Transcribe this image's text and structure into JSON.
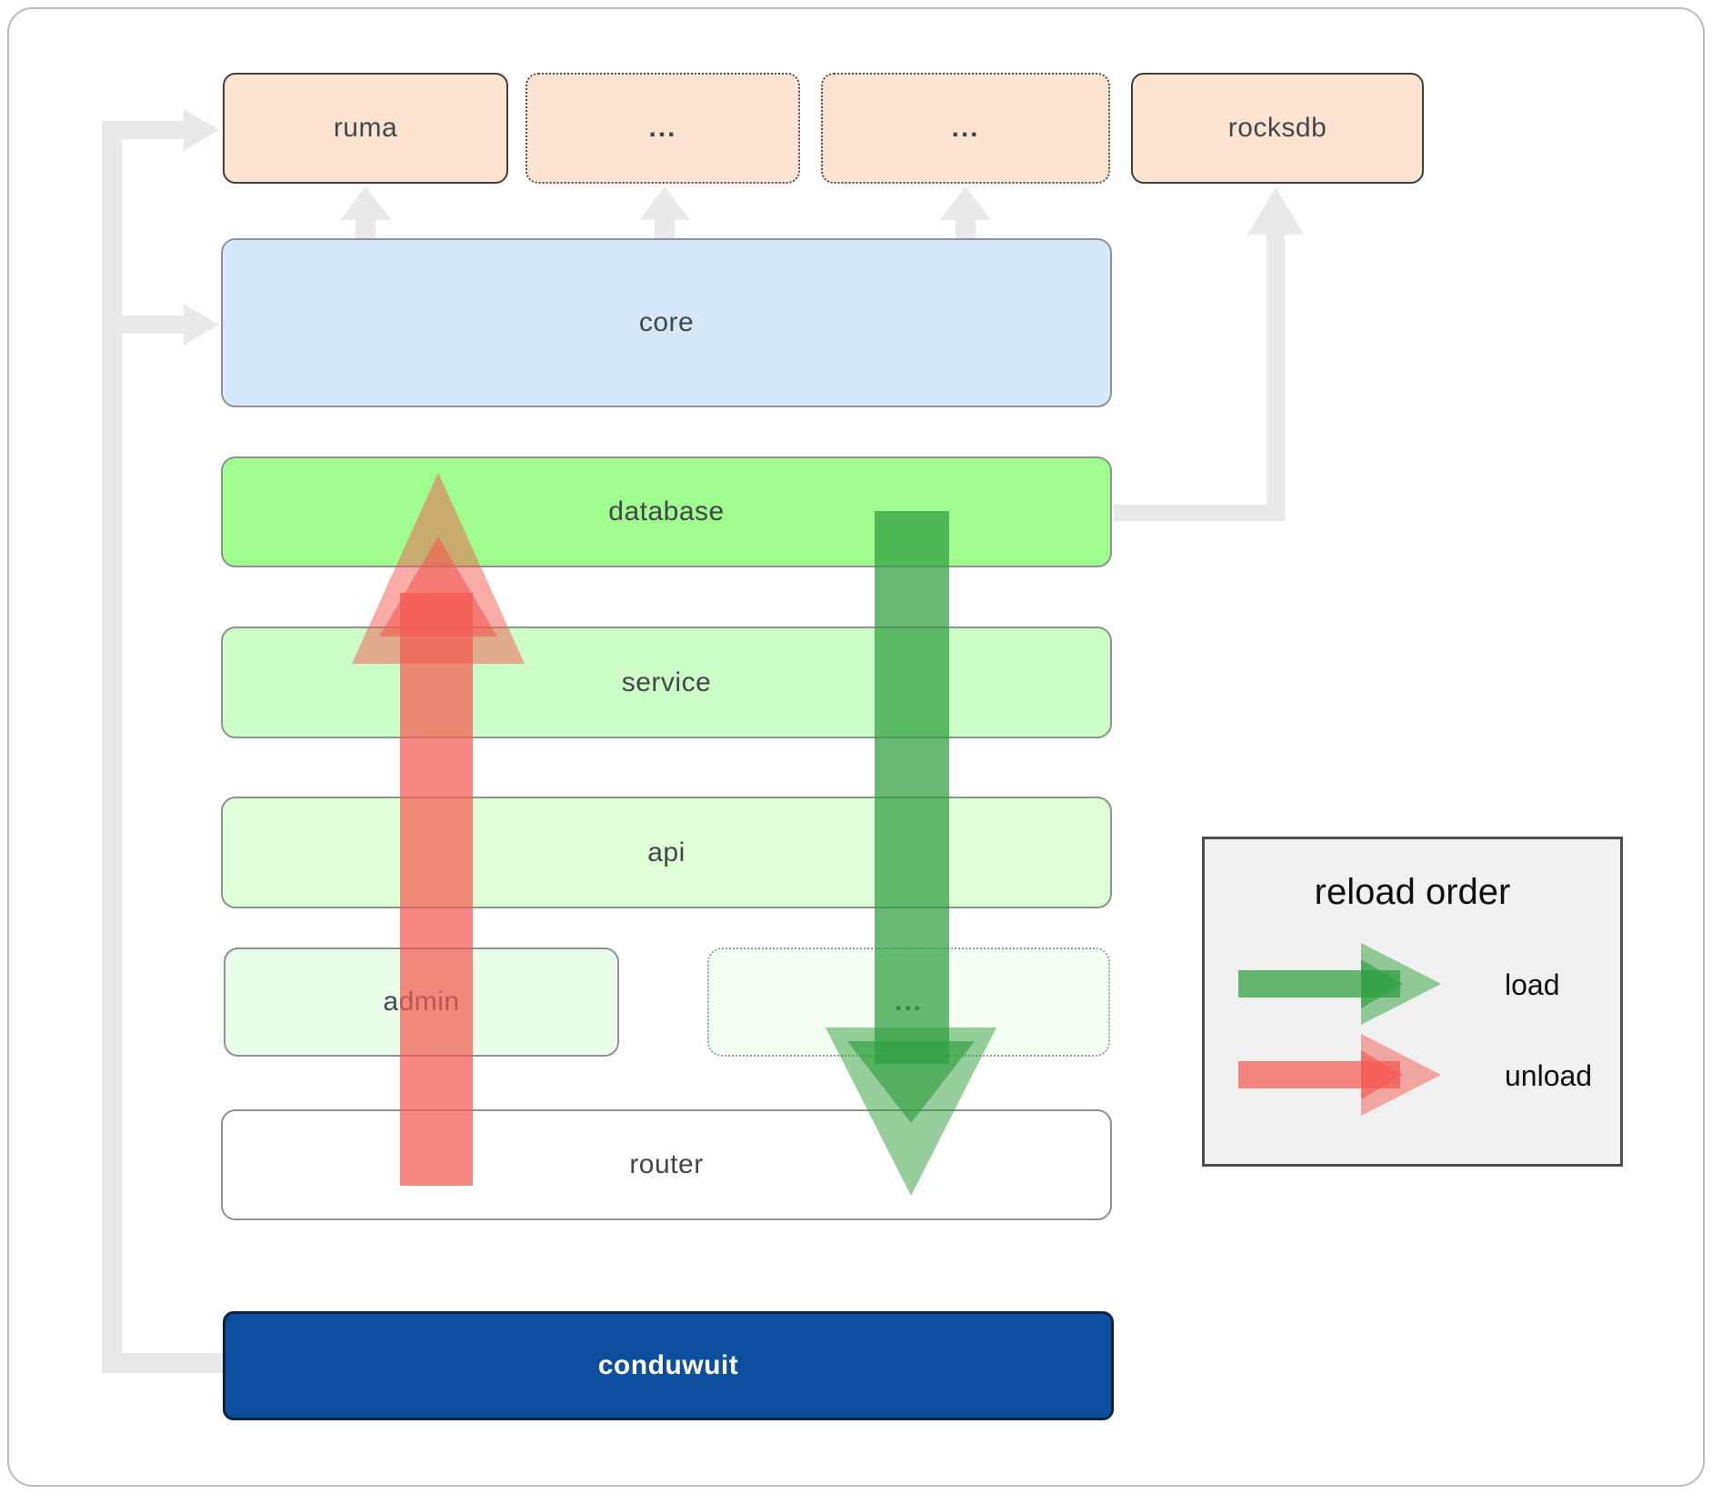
{
  "diagram": {
    "top_row": [
      {
        "label": "ruma"
      },
      {
        "label": "..."
      },
      {
        "label": "..."
      },
      {
        "label": "rocksdb"
      }
    ],
    "layers": [
      {
        "label": "core"
      },
      {
        "label": "database"
      },
      {
        "label": "service"
      },
      {
        "label": "api"
      }
    ],
    "admin_row": [
      {
        "label": "admin"
      },
      {
        "label": "..."
      }
    ],
    "router": {
      "label": "router"
    },
    "app": {
      "label": "conduwuit"
    }
  },
  "legend": {
    "title": "reload order",
    "items": [
      {
        "label": "load",
        "color": "#2f9e3e"
      },
      {
        "label": "unload",
        "color": "#f25a50"
      }
    ]
  },
  "colors": {
    "load_arrow": "#2f9e3e",
    "unload_arrow": "#f25a50",
    "connector_gray": "#e9e9e9",
    "top_box_bg": "#fce4d2",
    "core_bg": "#d5e8fa",
    "database_bg": "#a0fc8e",
    "service_bg": "#cdfdc6",
    "api_bg": "#dffdd6",
    "admin_bg": "#eafdea",
    "router_bg": "#ffffff",
    "app_bg": "#0d4f9e"
  }
}
